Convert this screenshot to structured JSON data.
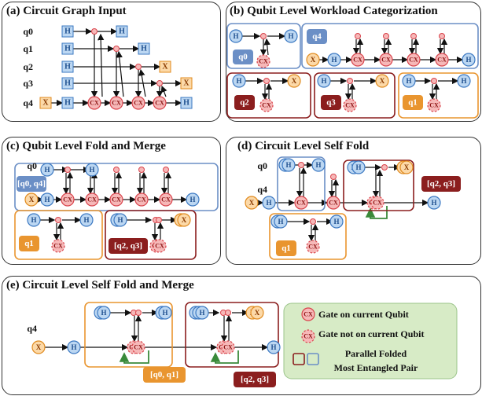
{
  "panels": {
    "a": {
      "title": "(a) Circuit Graph Input"
    },
    "b": {
      "title": "(b) Qubit Level Workload Categorization"
    },
    "c": {
      "title": "(c) Qubit Level Fold and Merge"
    },
    "d": {
      "title": "(d) Circuit Level Self Fold"
    },
    "e": {
      "title": "(e) Circuit Level Self Fold and Merge"
    }
  },
  "gates": {
    "h": "H",
    "x": "X",
    "cx": "CX"
  },
  "qubits": {
    "q0": "q0",
    "q1": "q1",
    "q2": "q2",
    "q3": "q3",
    "q4": "q4"
  },
  "tags": {
    "b_q0": "q0",
    "b_q4": "q4",
    "b_q2": "q2",
    "b_q3": "q3",
    "b_q1": "q1",
    "c_q0q4": "[q0, q4]",
    "c_q1": "q1",
    "c_q2q3": "[q2, q3]",
    "d_q1": "q1",
    "d_q2q3": "[q2, q3]",
    "e_q0q1": "[q0, q1]",
    "e_q2q3": "[q2, q3]"
  },
  "legend": {
    "gate_on": "Gate on current Qubit",
    "gate_not_on": "Gate not on current Qubit",
    "parallel_folded": "Parallel Folded",
    "most_entangled": "Most Entangled Pair"
  },
  "colors": {
    "h_fill": "#bcd7f2",
    "h_stroke": "#3b78c2",
    "x_fill": "#fcd9a8",
    "x_stroke": "#e08a1e",
    "cx_fill": "#f6b8b8",
    "cx_stroke": "#d9434b",
    "blue_box": "#6b8fc6",
    "orange_box": "#e9952f",
    "red_box": "#8b1e1e",
    "green_arrow": "#3a8a3a",
    "legend_bg": "#d7ebc6"
  }
}
